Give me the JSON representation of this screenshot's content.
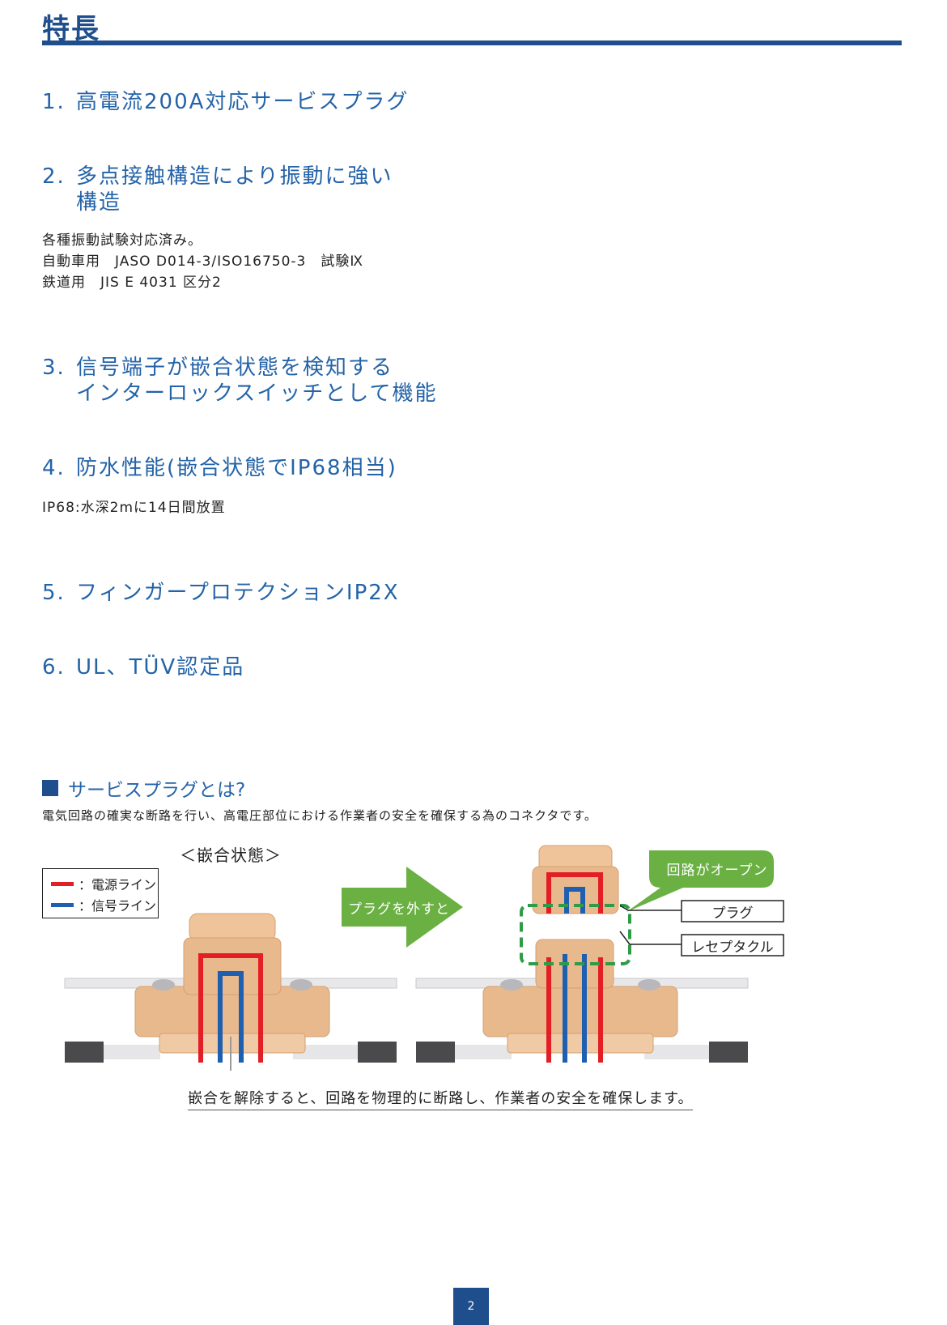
{
  "page": {
    "title": "特長",
    "page_number": "2"
  },
  "features": [
    {
      "num": "1.",
      "line1": "高電流200A対応サービスプラグ",
      "line2": ""
    },
    {
      "num": "2.",
      "line1": "多点接触構造により振動に強い",
      "line2": "構造"
    },
    {
      "num": "3.",
      "line1": "信号端子が嵌合状態を検知する",
      "line2": "インターロックスイッチとして機能"
    },
    {
      "num": "4.",
      "line1": "防水性能(嵌合状態でIP68相当)",
      "line2": ""
    },
    {
      "num": "5.",
      "line1": "フィンガープロテクションIP2X",
      "line2": ""
    },
    {
      "num": "6.",
      "line1": "UL、TÜV認定品",
      "line2": ""
    }
  ],
  "vibration_notes": [
    "各種振動試験対応済み。",
    "自動車用　JASO D014-3/ISO16750-3　試験Ⅸ",
    "鉄道用　JIS E 4031 区分2"
  ],
  "waterproof_note": "IP68:水深2mに14日間放置",
  "service_plug": {
    "heading": "サービスプラグとは?",
    "description": "電気回路の確実な断路を行い、高電圧部位における作業者の安全を確保する為のコネクタです。",
    "state_label": "＜嵌合状態＞",
    "legend": {
      "power": "：電源ライン",
      "signal": "：信号ライン"
    },
    "arrow_label": "プラグを外すと",
    "open_callout": "回路がオープン",
    "plug_label": "プラグ",
    "receptacle_label": "レセプタクル",
    "caption": "嵌合を解除すると、回路を物理的に断路し、作業者の安全を確保します。"
  },
  "colors": {
    "heading_blue": "#2363a8",
    "title_blue": "#1f4e8c",
    "power_red": "#e31e24",
    "signal_blue": "#1f5fb0",
    "arrow_green": "#6ab043",
    "connector_tan": "#e9b98e"
  }
}
